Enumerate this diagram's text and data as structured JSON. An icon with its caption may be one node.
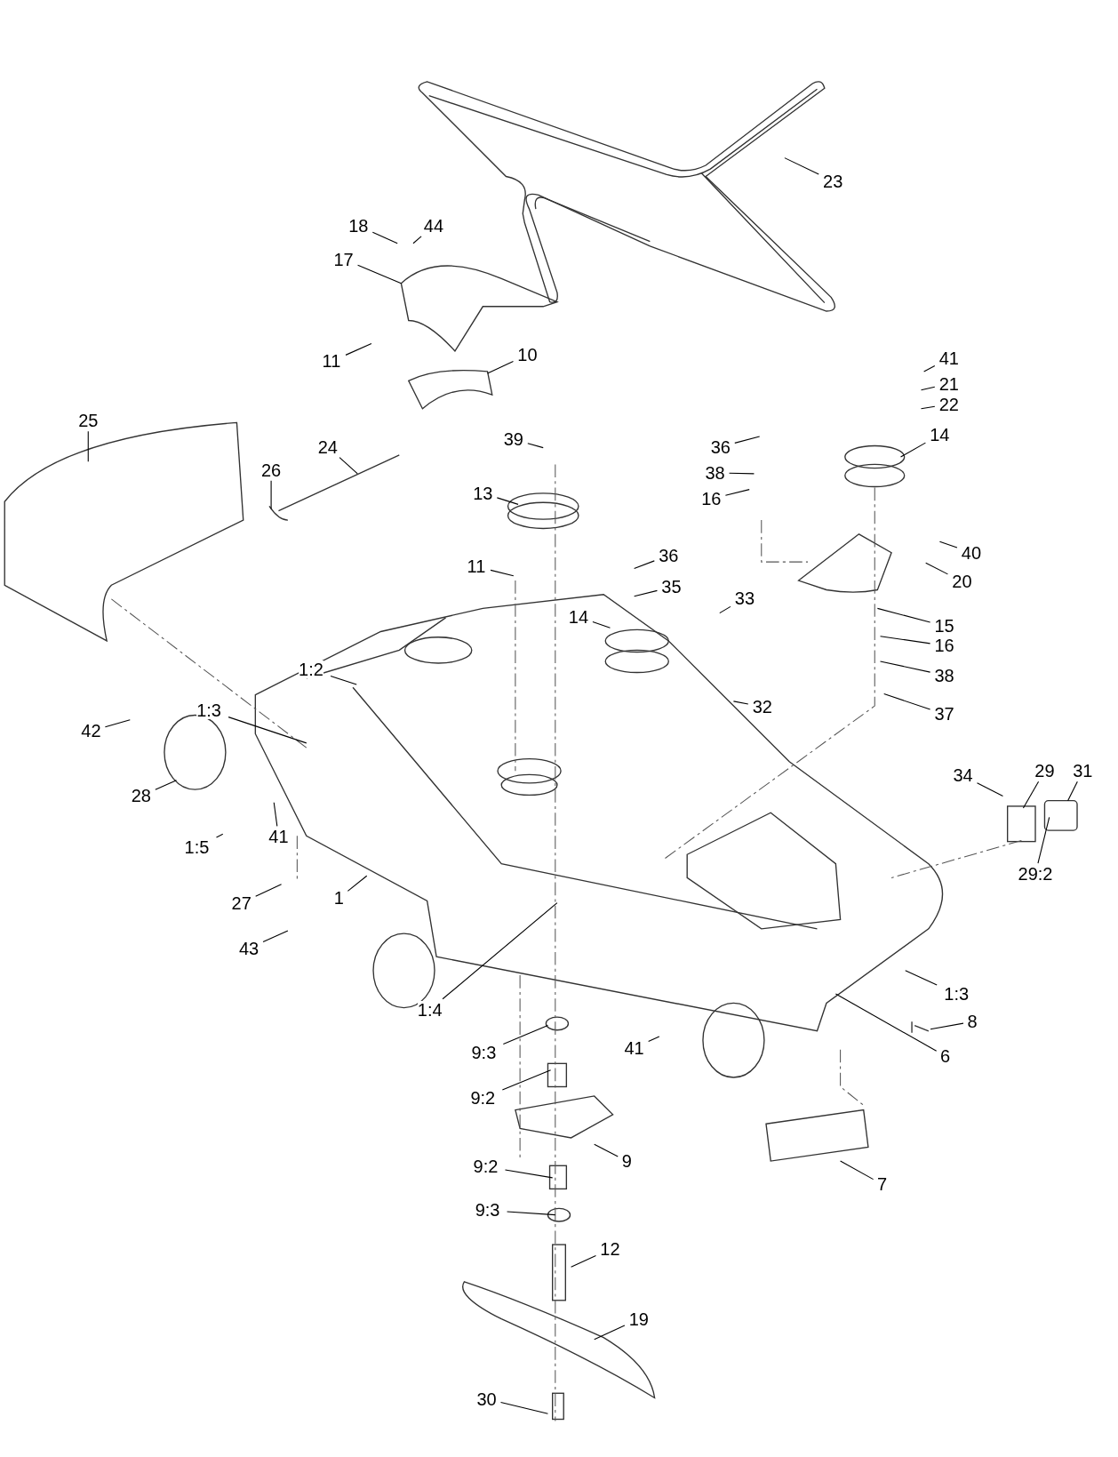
{
  "diagram": {
    "nodes": [
      {
        "text": [
          "23"
        ]
      },
      {
        "text": [
          "18"
        ]
      },
      {
        "text": [
          "44"
        ]
      },
      {
        "text": [
          "17"
        ]
      },
      {
        "text": [
          "11"
        ]
      },
      {
        "text": [
          "10"
        ]
      },
      {
        "text": [
          "41"
        ]
      },
      {
        "text": [
          "21"
        ]
      },
      {
        "text": [
          "22"
        ]
      },
      {
        "text": [
          "25"
        ]
      },
      {
        "text": [
          "24"
        ]
      },
      {
        "text": [
          "39"
        ]
      },
      {
        "text": [
          "36"
        ]
      },
      {
        "text": [
          "14"
        ]
      },
      {
        "text": [
          "26"
        ]
      },
      {
        "text": [
          "38"
        ]
      },
      {
        "text": [
          "13"
        ]
      },
      {
        "text": [
          "16"
        ]
      },
      {
        "text": [
          "36"
        ]
      },
      {
        "text": [
          "11"
        ]
      },
      {
        "text": [
          "35"
        ]
      },
      {
        "text": [
          "33"
        ]
      },
      {
        "text": [
          "40"
        ]
      },
      {
        "text": [
          "20"
        ]
      },
      {
        "text": [
          "14"
        ]
      },
      {
        "text": [
          "15"
        ]
      },
      {
        "text": [
          "16"
        ]
      },
      {
        "text": [
          "1:2"
        ]
      },
      {
        "text": [
          "38"
        ]
      },
      {
        "text": [
          "1:3"
        ]
      },
      {
        "text": [
          "32"
        ]
      },
      {
        "text": [
          "37"
        ]
      },
      {
        "text": [
          "42"
        ]
      },
      {
        "text": [
          "34"
        ]
      },
      {
        "text": [
          "29"
        ]
      },
      {
        "text": [
          "31"
        ]
      },
      {
        "text": [
          "28"
        ]
      },
      {
        "text": [
          "41"
        ]
      },
      {
        "text": [
          "1:5"
        ]
      },
      {
        "text": [
          "29:2"
        ]
      },
      {
        "text": [
          "27"
        ]
      },
      {
        "text": [
          "1"
        ]
      },
      {
        "text": [
          "43"
        ]
      },
      {
        "text": [
          "1:3"
        ]
      },
      {
        "text": [
          "1:4"
        ]
      },
      {
        "text": [
          "8"
        ]
      },
      {
        "text": [
          "9:3"
        ]
      },
      {
        "text": [
          "41"
        ]
      },
      {
        "text": [
          "6"
        ]
      },
      {
        "text": [
          "9:2"
        ]
      },
      {
        "text": [
          "9"
        ]
      },
      {
        "text": [
          "9:2"
        ]
      },
      {
        "text": [
          "9:3"
        ]
      },
      {
        "text": [
          "7"
        ]
      },
      {
        "text": [
          "12"
        ]
      },
      {
        "text": [
          "19"
        ]
      },
      {
        "text": [
          "30"
        ]
      }
    ],
    "edges": [
      {
        "from": 0,
        "to": null,
        "arrow": "none"
      },
      {
        "from": 1,
        "to": null,
        "arrow": "none"
      },
      {
        "from": 2,
        "to": null,
        "arrow": "none"
      },
      {
        "from": 3,
        "to": null,
        "arrow": "none"
      },
      {
        "from": 4,
        "to": null,
        "arrow": "none"
      },
      {
        "from": 5,
        "to": null,
        "arrow": "none"
      },
      {
        "from": 6,
        "to": null,
        "arrow": "none"
      },
      {
        "from": 7,
        "to": null,
        "arrow": "none"
      },
      {
        "from": 8,
        "to": null,
        "arrow": "none"
      },
      {
        "from": 9,
        "to": null,
        "arrow": "none"
      },
      {
        "from": 10,
        "to": null,
        "arrow": "none"
      },
      {
        "from": 11,
        "to": null,
        "arrow": "none"
      },
      {
        "from": 12,
        "to": null,
        "arrow": "none"
      },
      {
        "from": 13,
        "to": null,
        "arrow": "none"
      },
      {
        "from": 14,
        "to": null,
        "arrow": "none"
      },
      {
        "from": 15,
        "to": null,
        "arrow": "none"
      },
      {
        "from": 16,
        "to": null,
        "arrow": "none"
      },
      {
        "from": 17,
        "to": null,
        "arrow": "none"
      },
      {
        "from": 18,
        "to": null,
        "arrow": "none"
      },
      {
        "from": 19,
        "to": null,
        "arrow": "none"
      },
      {
        "from": 20,
        "to": null,
        "arrow": "none"
      },
      {
        "from": 21,
        "to": null,
        "arrow": "none"
      },
      {
        "from": 22,
        "to": null,
        "arrow": "none"
      },
      {
        "from": 23,
        "to": null,
        "arrow": "none"
      },
      {
        "from": 24,
        "to": null,
        "arrow": "none"
      },
      {
        "from": 25,
        "to": null,
        "arrow": "none"
      },
      {
        "from": 26,
        "to": null,
        "arrow": "none"
      },
      {
        "from": 27,
        "to": null,
        "arrow": "none"
      },
      {
        "from": 28,
        "to": null,
        "arrow": "none"
      },
      {
        "from": 29,
        "to": null,
        "arrow": "none"
      },
      {
        "from": 30,
        "to": null,
        "arrow": "none"
      },
      {
        "from": 31,
        "to": null,
        "arrow": "none"
      },
      {
        "from": 32,
        "to": null,
        "arrow": "none"
      },
      {
        "from": 33,
        "to": null,
        "arrow": "none"
      },
      {
        "from": 34,
        "to": null,
        "arrow": "none"
      },
      {
        "from": 35,
        "to": null,
        "arrow": "none"
      },
      {
        "from": 36,
        "to": null,
        "arrow": "none"
      },
      {
        "from": 37,
        "to": null,
        "arrow": "none"
      },
      {
        "from": 38,
        "to": null,
        "arrow": "none"
      },
      {
        "from": 39,
        "to": null,
        "arrow": "none"
      },
      {
        "from": 40,
        "to": null,
        "arrow": "none"
      },
      {
        "from": 41,
        "to": null,
        "arrow": "none"
      },
      {
        "from": 42,
        "to": null,
        "arrow": "none"
      },
      {
        "from": 43,
        "to": null,
        "arrow": "none"
      },
      {
        "from": 44,
        "to": null,
        "arrow": "none"
      },
      {
        "from": 45,
        "to": null,
        "arrow": "none"
      },
      {
        "from": 46,
        "to": null,
        "arrow": "none"
      },
      {
        "from": 47,
        "to": null,
        "arrow": "none"
      },
      {
        "from": 48,
        "to": null,
        "arrow": "none"
      },
      {
        "from": 49,
        "to": null,
        "arrow": "none"
      },
      {
        "from": 50,
        "to": null,
        "arrow": "none"
      },
      {
        "from": 51,
        "to": null,
        "arrow": "none"
      },
      {
        "from": 52,
        "to": null,
        "arrow": "none"
      },
      {
        "from": 53,
        "to": null,
        "arrow": "none"
      },
      {
        "from": 54,
        "to": null,
        "arrow": "none"
      },
      {
        "from": 55,
        "to": null,
        "arrow": "none"
      },
      {
        "from": 56,
        "to": null,
        "arrow": "none"
      }
    ]
  }
}
